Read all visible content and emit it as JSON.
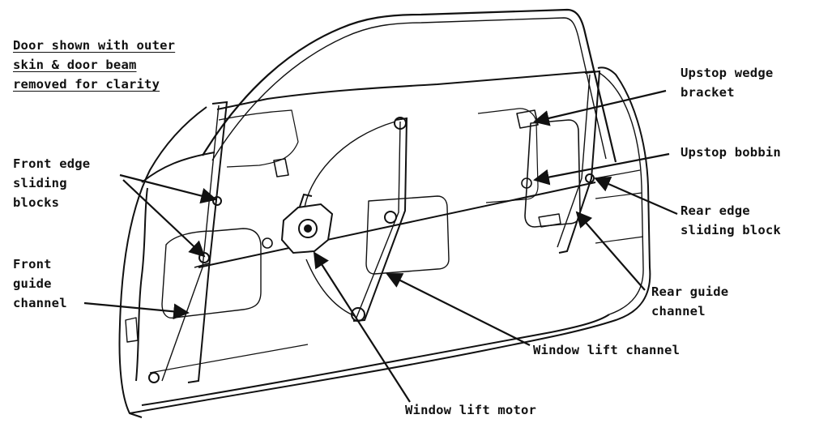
{
  "note": {
    "lines": [
      "Door shown with outer",
      "skin & door beam",
      "removed for clarity"
    ]
  },
  "labels": {
    "front_edge_sliding_blocks": [
      "Front edge",
      "sliding",
      "blocks"
    ],
    "front_guide_channel": [
      "Front",
      "guide",
      "channel"
    ],
    "upstop_wedge_bracket": [
      "Upstop wedge",
      "bracket"
    ],
    "upstop_bobbin": [
      "Upstop bobbin"
    ],
    "rear_edge_sliding_block": [
      "Rear edge",
      "sliding block"
    ],
    "rear_guide_channel": [
      "Rear guide",
      "channel"
    ],
    "window_lift_channel": [
      "Window lift channel"
    ],
    "window_lift_motor": [
      "Window lift motor"
    ]
  },
  "colors": {
    "ink": "#111111",
    "paper": "#ffffff",
    "shade": "#d8d8d8"
  }
}
